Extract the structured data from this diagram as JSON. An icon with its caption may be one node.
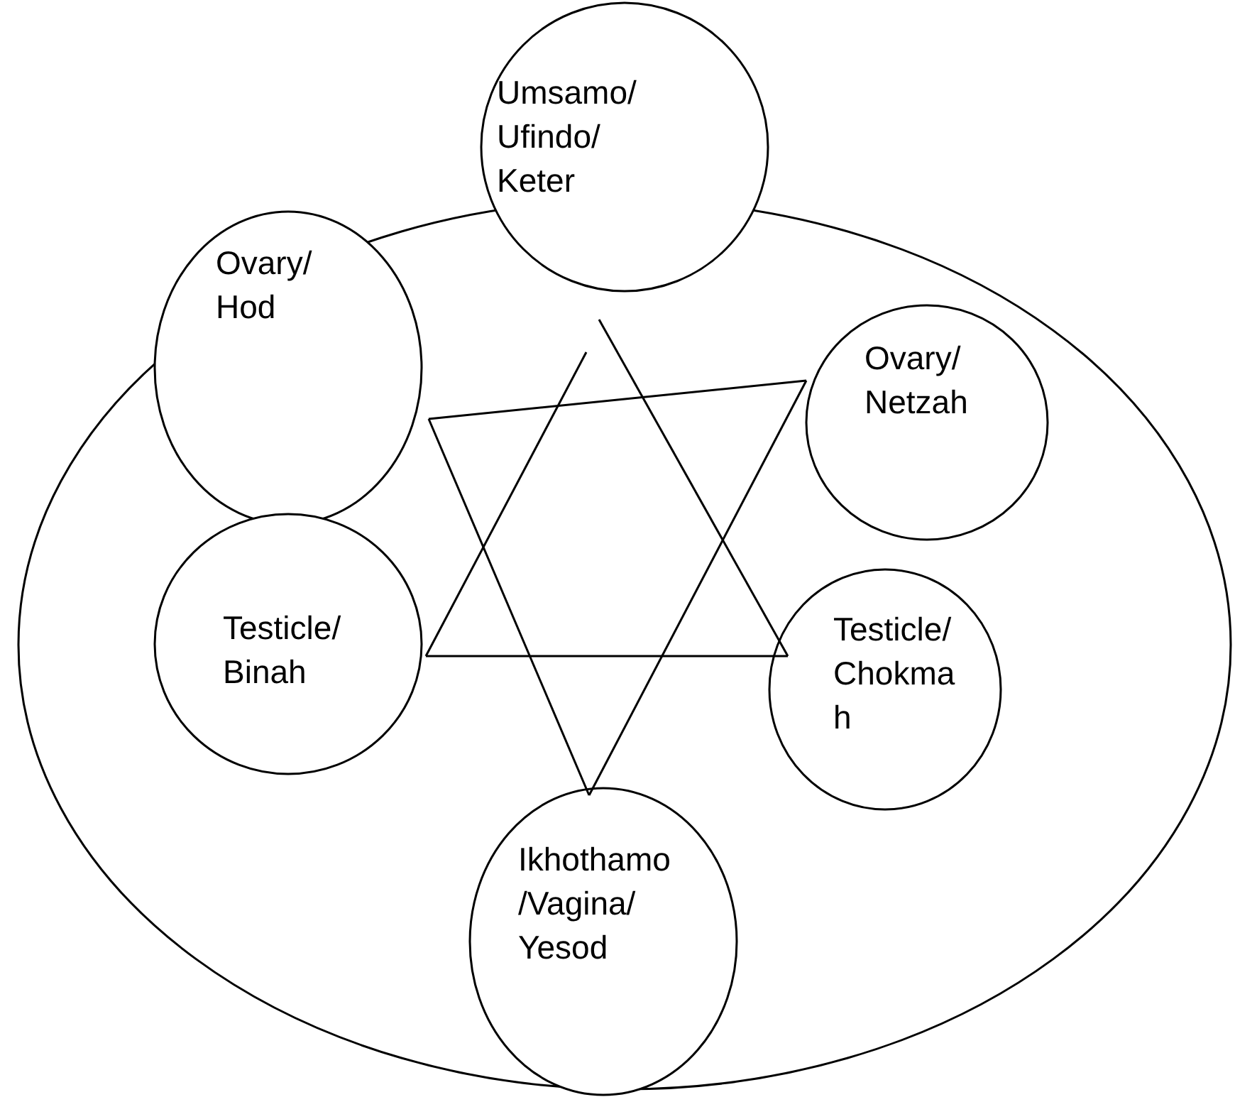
{
  "diagram": {
    "nodes": [
      {
        "text": [],
        "shape": "circle"
      },
      {
        "text": [
          "Umsamo/Ufindo/Keter"
        ]
      },
      {
        "text": [
          "Ovary/Hod"
        ],
        "in": 0
      },
      {
        "text": [
          "Ovary/Netzah"
        ],
        "in": 0
      },
      {
        "text": [
          "Testicle/Binah"
        ],
        "in": 0
      },
      {
        "text": [
          "Testicle/Chokmah"
        ],
        "in": 0
      },
      {
        "text": [
          "Ikhothamo/Vagina/Yesod"
        ],
        "in": 0
      }
    ]
  }
}
